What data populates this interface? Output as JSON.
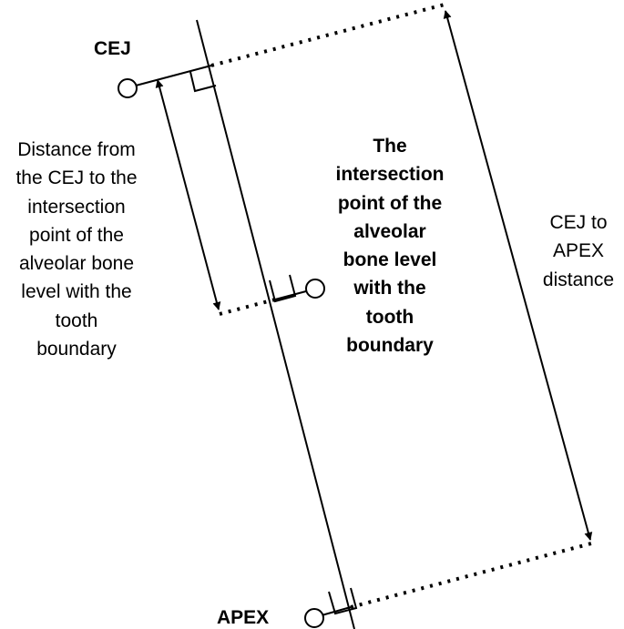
{
  "labels": {
    "cej": "CEJ",
    "apex": "APEX"
  },
  "left_annotation": {
    "lines": [
      "Distance from",
      "the CEJ to the",
      "intersection",
      "point of the",
      "alveolar bone",
      "level with the",
      "tooth",
      "boundary"
    ]
  },
  "center_annotation": {
    "lines": [
      "The",
      "intersection",
      "point of the",
      "alveolar",
      "bone level",
      "with the",
      "tooth",
      "boundary"
    ]
  },
  "right_annotation": {
    "lines": [
      "CEJ to",
      "APEX",
      "distance"
    ]
  },
  "colors": {
    "stroke": "#000000",
    "background": "#ffffff"
  }
}
